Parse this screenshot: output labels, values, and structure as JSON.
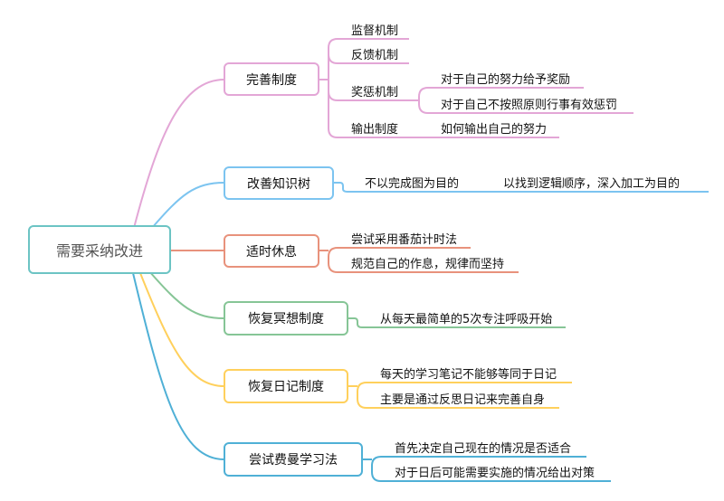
{
  "root": {
    "label": "需要采纳改进",
    "color": "#6cc4c4"
  },
  "branches": [
    {
      "label": "完善制度",
      "color": "#e3a6d6",
      "children": [
        {
          "label": "监督机制"
        },
        {
          "label": "反馈机制"
        },
        {
          "label": "奖惩机制",
          "children": [
            {
              "label": "对于自己的努力给予奖励"
            },
            {
              "label": "对于自己不按照原则行事有效惩罚"
            }
          ]
        },
        {
          "label": "输出制度",
          "children": [
            {
              "label": "如何输出自己的努力"
            }
          ]
        }
      ]
    },
    {
      "label": "改善知识树",
      "color": "#7cc4f0",
      "children": [
        {
          "label": "不以完成图为目的"
        },
        {
          "label": "以找到逻辑顺序，深入加工为目的"
        }
      ]
    },
    {
      "label": "适时休息",
      "color": "#e8927c",
      "children": [
        {
          "label": "尝试采用番茄计时法"
        },
        {
          "label": "规范自己的作息，规律而坚持"
        }
      ]
    },
    {
      "label": "恢复冥想制度",
      "color": "#86c596",
      "children": [
        {
          "label": "从每天最简单的5次专注呼吸开始"
        }
      ]
    },
    {
      "label": "恢复日记制度",
      "color": "#ffd05c",
      "children": [
        {
          "label": "每天的学习笔记不能够等同于日记"
        },
        {
          "label": "主要是通过反思日记来完善自身"
        }
      ]
    },
    {
      "label": "尝试费曼学习法",
      "color": "#4fb0d6",
      "children": [
        {
          "label": "首先决定自己现在的情况是否适合"
        },
        {
          "label": "对于日后可能需要实施的情况给出对策"
        }
      ]
    }
  ]
}
